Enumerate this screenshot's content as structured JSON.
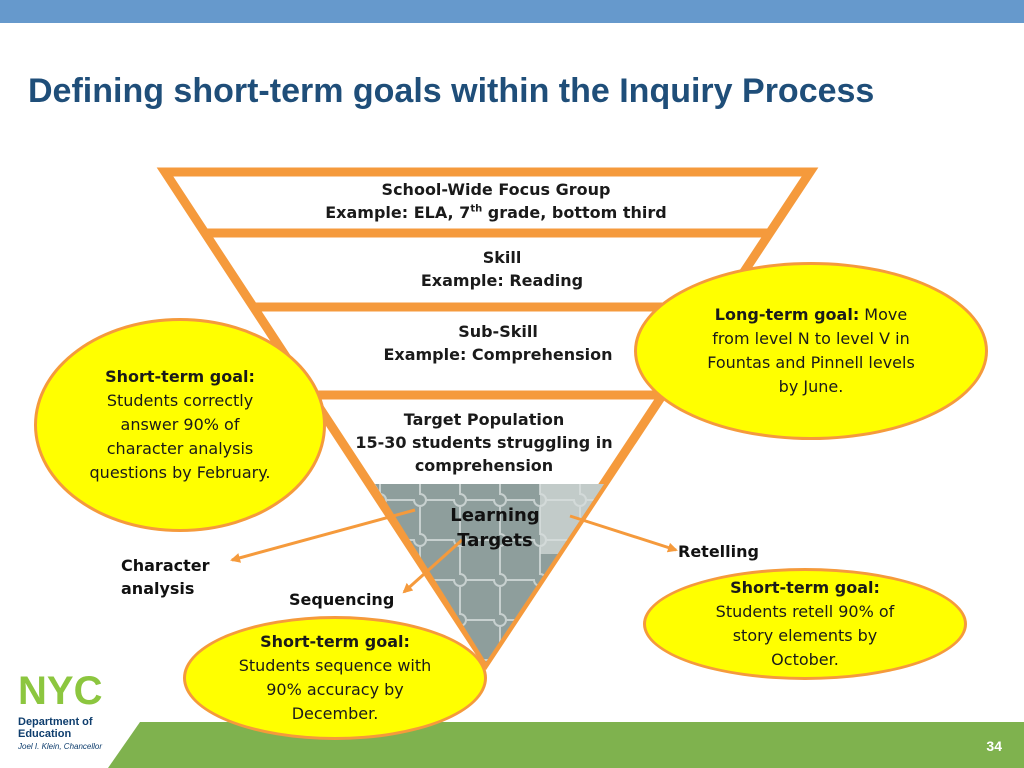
{
  "slide": {
    "title": "Defining short-term goals within the Inquiry Process",
    "page_number": "34"
  },
  "funnel": {
    "levels": [
      {
        "line1": "School-Wide Focus Group",
        "line2_prefix": "Example: ELA, 7",
        "line2_sup": "th",
        "line2_suffix": " grade, bottom third"
      },
      {
        "line1": "Skill",
        "line2": "Example: Reading"
      },
      {
        "line1": "Sub-Skill",
        "line2": "Example: Comprehension"
      },
      {
        "line1": "Target Population",
        "line2": "15-30 students struggling in",
        "line3": "comprehension"
      }
    ],
    "core": {
      "line1": "Learning",
      "line2": "Targets"
    }
  },
  "goals": {
    "long_term": {
      "label": "Long-term goal:",
      "text": " Move from level N to level V in Fountas and Pinnell levels by June."
    },
    "character": {
      "label": "Short-term goal:",
      "text": "Students correctly answer 90% of character analysis questions by February."
    },
    "sequencing": {
      "label": "Short-term goal:",
      "text": "Students sequence with 90% accuracy by December."
    },
    "retelling": {
      "label": "Short-term goal:",
      "text": "Students retell 90% of story elements by October."
    }
  },
  "branches": {
    "character": {
      "line1": "Character",
      "line2": "analysis"
    },
    "sequencing": "Sequencing",
    "retelling": "Retelling"
  },
  "logo": {
    "mark": "NYC",
    "department_line1": "Department of",
    "department_line2": "Education",
    "chancellor": "Joel I. Klein, Chancellor"
  },
  "colors": {
    "top_bar": "#6699cc",
    "title": "#1f4e79",
    "funnel_stroke": "#f59a3c",
    "oval_fill": "#ffff00",
    "bottom_bar": "#7fb24e",
    "logo_green": "#8cc63f",
    "logo_blue": "#0f3e6e"
  }
}
